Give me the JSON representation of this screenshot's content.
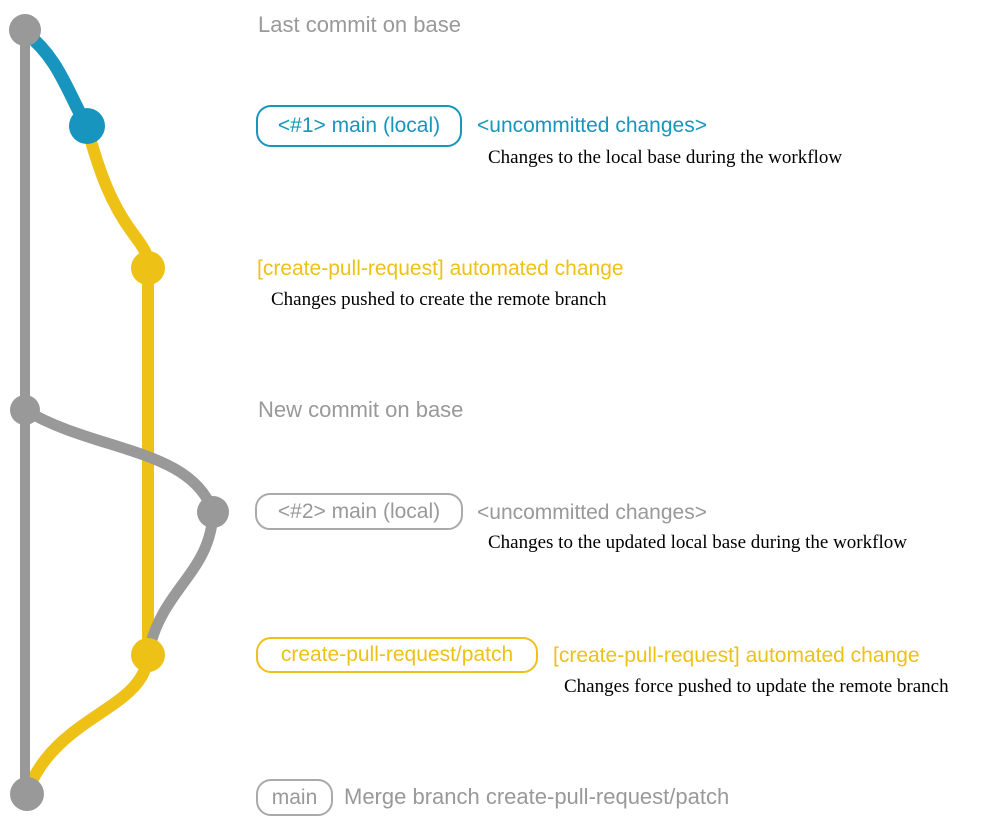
{
  "colors": {
    "base_gray": "#999999",
    "local_blue": "#1795bf",
    "branch_yellow": "#eec117",
    "caption_black": "#000000"
  },
  "rows": {
    "last_commit": {
      "title": "Last commit on base"
    },
    "local_main_1": {
      "badge": "<#1> main (local)",
      "heading": "<uncommitted changes>",
      "caption": "Changes to the local base during the workflow"
    },
    "automated_change_1": {
      "heading": "[create-pull-request] automated change",
      "caption": "Changes pushed to create the remote branch"
    },
    "new_commit": {
      "title": "New commit on base"
    },
    "local_main_2": {
      "badge": "<#2> main (local)",
      "heading": "<uncommitted changes>",
      "caption": "Changes to the updated local base during the workflow"
    },
    "automated_change_2": {
      "badge": "create-pull-request/patch",
      "heading": "[create-pull-request] automated change",
      "caption": "Changes force pushed to update the remote branch"
    },
    "merge": {
      "badge": "main",
      "heading": "Merge branch create-pull-request/patch"
    }
  },
  "graph": {
    "branches": [
      {
        "name": "base",
        "color": "#999999"
      },
      {
        "name": "main (local)",
        "color": "#1795bf"
      },
      {
        "name": "create-pull-request/patch",
        "color": "#eec117"
      }
    ],
    "commits": [
      {
        "order": 1,
        "branch": "base",
        "color": "#999999",
        "label": "Last commit on base"
      },
      {
        "order": 2,
        "branch": "main (local)",
        "color": "#1795bf",
        "label": "<#1> main (local) <uncommitted changes>"
      },
      {
        "order": 3,
        "branch": "create-pull-request/patch",
        "color": "#eec117",
        "label": "[create-pull-request] automated change"
      },
      {
        "order": 4,
        "branch": "base",
        "color": "#999999",
        "label": "New commit on base"
      },
      {
        "order": 5,
        "branch": "main (local)",
        "color": "#999999",
        "label": "<#2> main (local) <uncommitted changes>"
      },
      {
        "order": 6,
        "branch": "create-pull-request/patch",
        "color": "#eec117",
        "label": "create-pull-request/patch [create-pull-request] automated change"
      },
      {
        "order": 7,
        "branch": "base",
        "color": "#999999",
        "label": "main Merge branch create-pull-request/patch"
      }
    ]
  }
}
